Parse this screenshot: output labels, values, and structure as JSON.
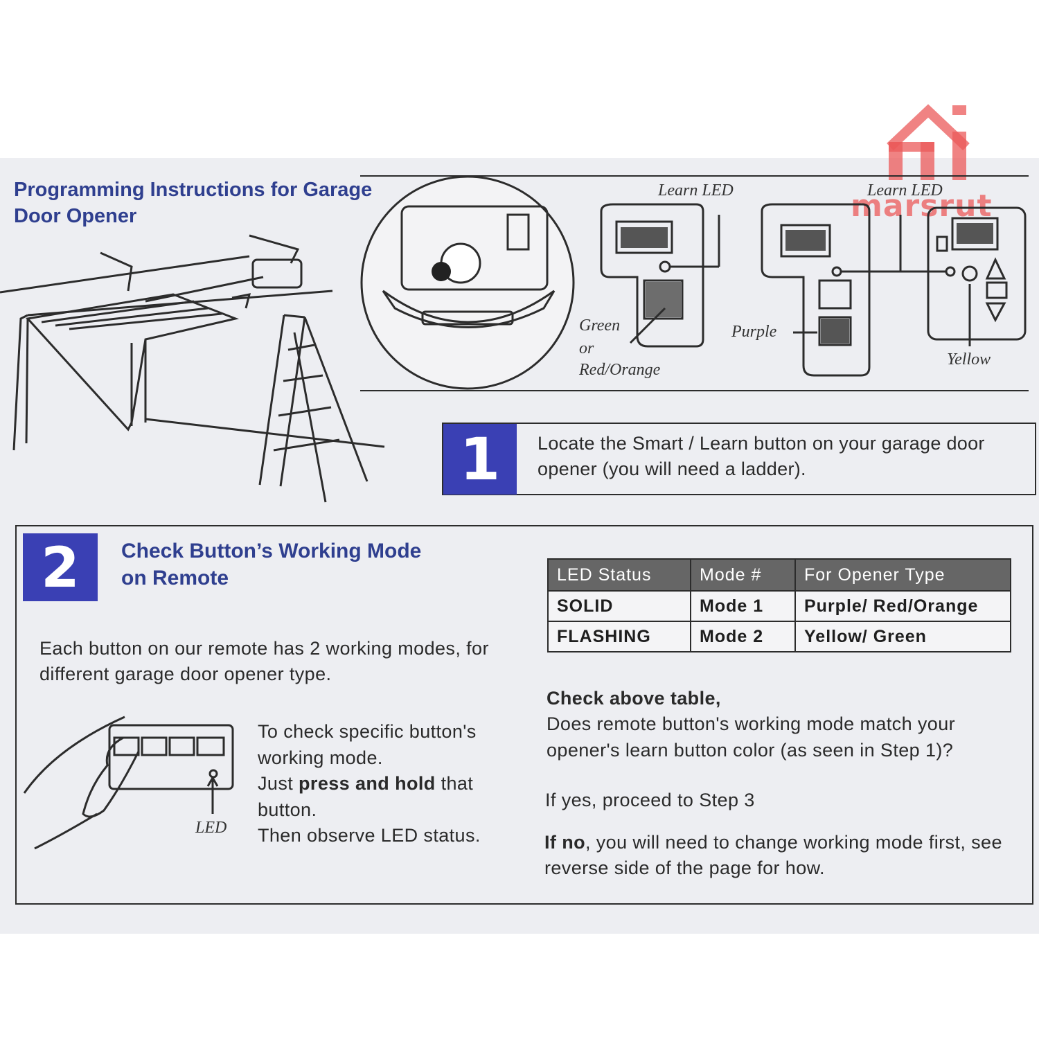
{
  "header": {
    "title": "Programming Instructions for Garage Door Opener"
  },
  "watermark": {
    "brand": "marsrut",
    "color": "#e85a5a"
  },
  "diagram_labels": {
    "learn_led_1": "Learn LED",
    "learn_led_2": "Learn LED",
    "green": "Green",
    "or": "or",
    "red_orange": "Red/Orange",
    "purple": "Purple",
    "yellow": "Yellow"
  },
  "step1": {
    "number": "1",
    "text": "Locate the Smart / Learn button on your garage door opener (you will need a ladder)."
  },
  "step2": {
    "number": "2",
    "title_line1": "Check Button’s Working Mode",
    "title_line2": "on Remote",
    "intro": "Each button on our remote has 2 working modes, for different garage door opener type.",
    "remote_led_label": "LED",
    "check_line1": "To check specific button's working mode.",
    "check_line2_pre": "Just ",
    "check_line2_bold": "press and hold",
    "check_line2_post": " that button.",
    "check_line3": "Then observe LED status.",
    "table": {
      "headers": [
        "LED Status",
        "Mode #",
        "For Opener Type"
      ],
      "rows": [
        [
          "SOLID",
          "Mode 1",
          "Purple/ Red/Orange"
        ],
        [
          "FLASHING",
          "Mode 2",
          "Yellow/ Green"
        ]
      ]
    },
    "right_heading": "Check above table,",
    "right_question": "Does remote button's working mode match your opener's learn button color (as seen in Step 1)?",
    "if_yes": "If yes, proceed to Step 3",
    "if_no_bold": "If no",
    "if_no_rest": ", you will need to change working mode first, see reverse side of the page for how."
  },
  "colors": {
    "accent_blue": "#3a40b4",
    "title_blue": "#2f3f8f",
    "table_header": "#666666",
    "paper": "#edeef2"
  }
}
